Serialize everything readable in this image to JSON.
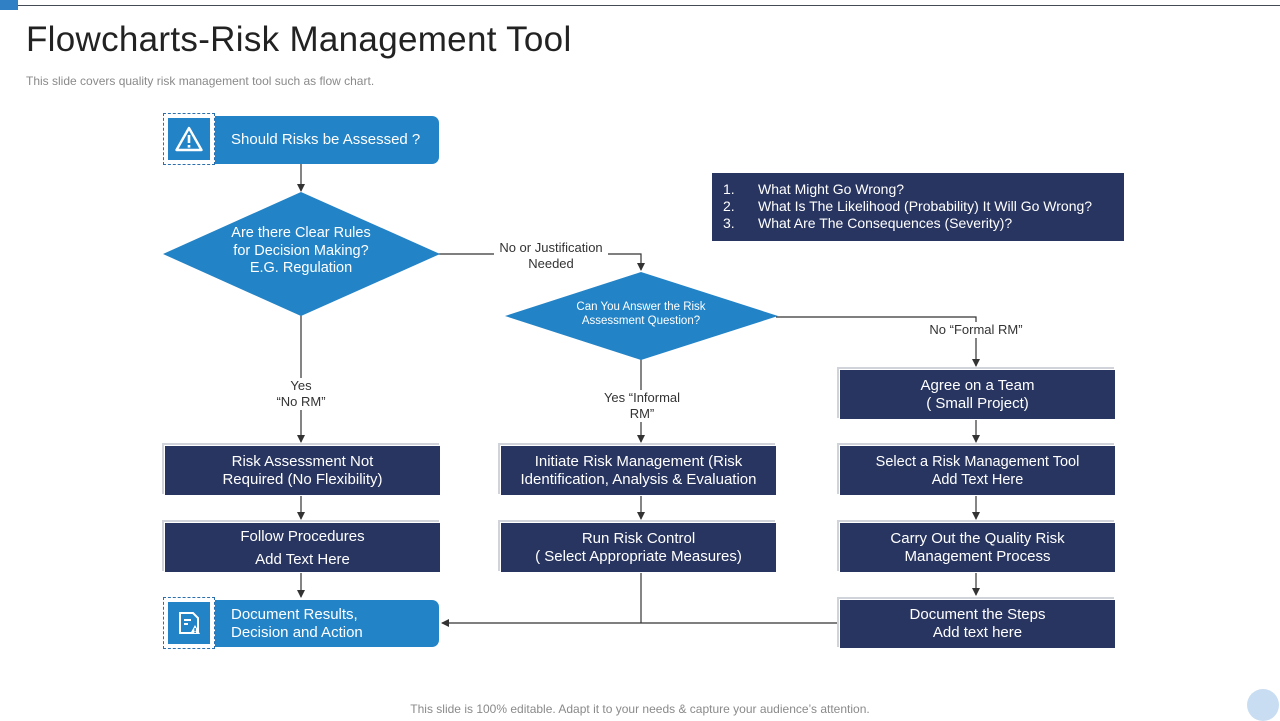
{
  "colors": {
    "navy": "#283560",
    "blue": "#2283c6",
    "connector": "#333333",
    "title": "#222222",
    "caption": "#8a8a8a",
    "accent": "#2f80c5",
    "nav_dot": "#c9ddf2"
  },
  "slide": {
    "title": "Flowcharts-Risk Management Tool",
    "subtitle": "This slide covers quality risk management tool such as flow chart.",
    "footer": "This slide is 100% editable. Adapt it to your needs & capture your audience’s attention."
  },
  "flowchart": {
    "start": {
      "label": "Should Risks be Assessed ?",
      "icon": "warning-icon"
    },
    "decision_rules": {
      "lines": [
        "Are there Clear Rules",
        "for Decision Making?",
        "E.G. Regulation"
      ]
    },
    "decision_answer": {
      "lines": [
        "Can You Answer the Risk",
        "Assessment Question?"
      ]
    },
    "labels": {
      "no_justification": [
        "No or Justification",
        "Needed"
      ],
      "yes_no_rm": [
        "Yes",
        "“No RM”"
      ],
      "yes_informal": [
        "Yes “Informal",
        "RM”"
      ],
      "no_formal": [
        "No “Formal RM”"
      ]
    },
    "questions": [
      {
        "num": "1.",
        "text": "What Might Go Wrong?"
      },
      {
        "num": "2.",
        "text": "What Is The Likelihood (Probability) It Will Go Wrong?"
      },
      {
        "num": "3.",
        "text": "What Are The Consequences (Severity)?"
      }
    ],
    "left_column": {
      "not_required": [
        "Risk Assessment Not",
        "Required (No Flexibility)"
      ],
      "follow": [
        "Follow Procedures",
        "Add Text Here"
      ]
    },
    "middle_column": {
      "initiate": [
        "Initiate Risk Management (Risk",
        "Identification, Analysis & Evaluation"
      ],
      "run_control": [
        "Run Risk Control",
        "( Select Appropriate Measures)"
      ]
    },
    "right_column": {
      "team": [
        "Agree on a Team",
        "( Small Project)"
      ],
      "select_tool": [
        "Select a Risk Management Tool",
        "Add Text Here"
      ],
      "carry_out": [
        "Carry Out the Quality Risk",
        "Management Process"
      ],
      "document_steps": [
        "Document the Steps",
        "Add text here"
      ]
    },
    "end": {
      "lines": [
        "Document Results,",
        "Decision and Action"
      ],
      "icon": "document-check-icon"
    }
  }
}
